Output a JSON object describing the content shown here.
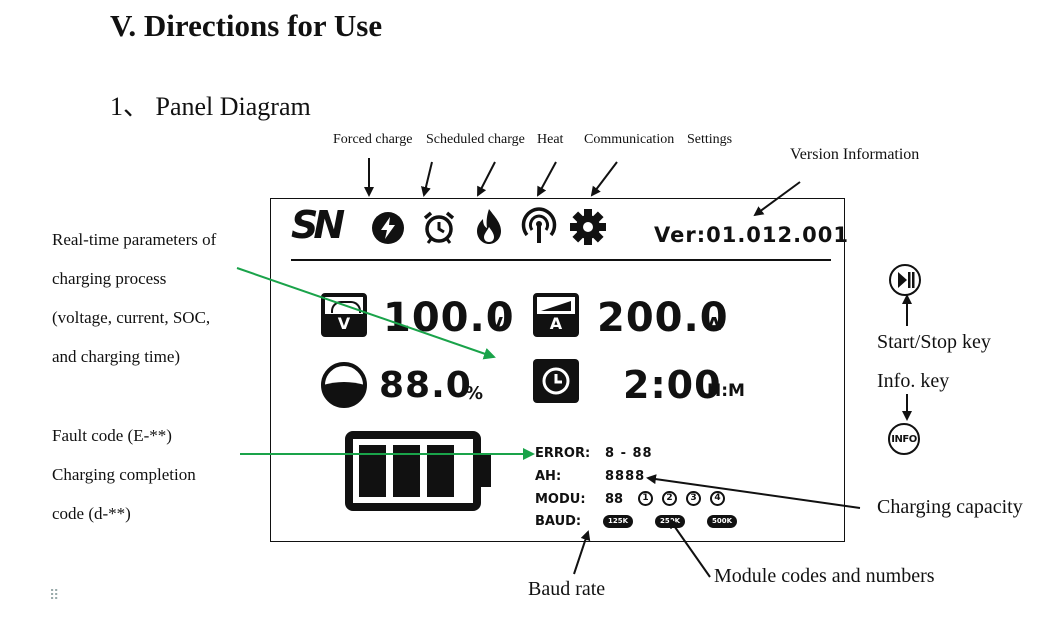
{
  "heading": "V. Directions for Use",
  "subheading": "1、 Panel Diagram",
  "top_labels": {
    "forced_charge": "Forced charge",
    "scheduled_charge": "Scheduled charge",
    "heat": "Heat",
    "communication": "Communication",
    "settings": "Settings",
    "version_information": "Version Information"
  },
  "left_notes": {
    "realtime": [
      "Real-time parameters of",
      "charging process",
      "(voltage, current, SOC,",
      "and charging time)"
    ],
    "fault": [
      "Fault code (E-**)",
      "Charging completion",
      "code (d-**)"
    ]
  },
  "right_notes": {
    "start_stop": "Start/Stop key",
    "info_key": "Info. key",
    "info_icon_text": "INFO",
    "charging_capacity": "Charging capacity"
  },
  "bottom_notes": {
    "baud_rate": "Baud rate",
    "module_codes": "Module codes and numbers"
  },
  "panel": {
    "logo": "SN",
    "version": "Ver:01.012.001",
    "voltage_value": "100.0",
    "voltage_unit": "V",
    "voltage_icon": "V",
    "current_value": "200.0",
    "current_unit": "A",
    "current_icon": "A",
    "soc_value": "88.0",
    "soc_unit": "%",
    "time_value": "2:00",
    "time_unit": "H:M",
    "error_label": "ERROR:",
    "error_value": "8 - 88",
    "ah_label": "AH:",
    "ah_value": "8888",
    "modu_label": "MODU:",
    "modu_value": "88",
    "modules": [
      "1",
      "2",
      "3",
      "4"
    ],
    "baud_label": "BAUD:",
    "baud_options": [
      "125K",
      "250K",
      "500K"
    ]
  },
  "colors": {
    "arrow_green": "#1aa34a",
    "ink": "#111111"
  }
}
